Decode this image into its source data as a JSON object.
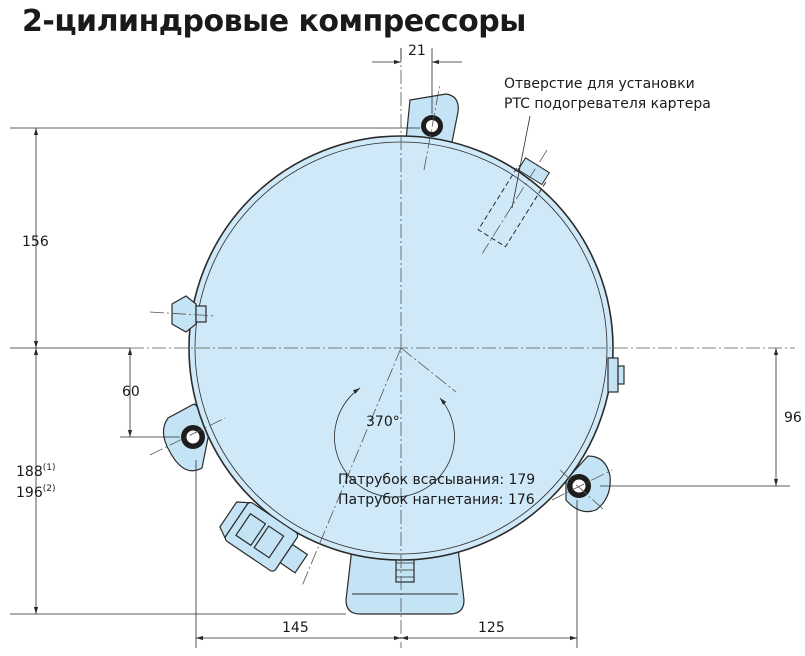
{
  "title": "2-цилиндровые компрессоры",
  "annotations": {
    "ptc_line1": "Отверстие для установки",
    "ptc_line2": "PTC подогревателя картера",
    "suction": "Патрубок всасывания: 179",
    "discharge": "Патрубок нагнетания: 176",
    "angle": "370°"
  },
  "dimensions": {
    "top_offset": "21",
    "upper_height": "156",
    "left_offset": "60",
    "lower_height_1": "188",
    "lower_height_1_note": "(1)",
    "lower_height_2": "196",
    "lower_height_2_note": "(2)",
    "right_offset": "96",
    "bottom_left": "145",
    "bottom_right": "125"
  },
  "colors": {
    "body": "#cfe9f8",
    "outline": "#2b2b2b"
  }
}
